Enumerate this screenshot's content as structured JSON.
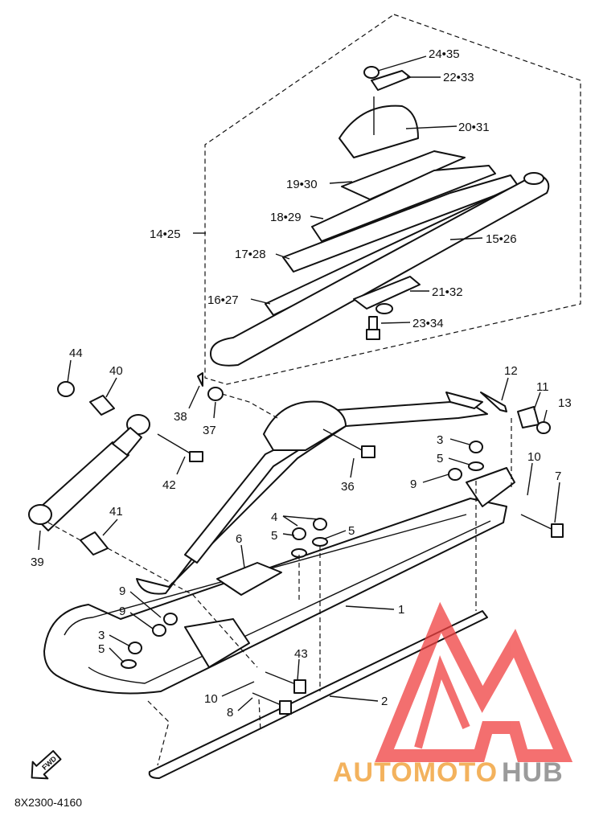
{
  "diagram": {
    "code": "8X2300-4160",
    "fwd_label": "FWD",
    "callouts": {
      "c2435": "24•35",
      "c2233": "22•33",
      "c2031": "20•31",
      "c1930": "19•30",
      "c1829": "18•29",
      "c1425": "14•25",
      "c1728": "17•28",
      "c1526": "15•26",
      "c2132": "21•32",
      "c1627": "16•27",
      "c2334": "23•34",
      "c44": "44",
      "c40": "40",
      "c38": "38",
      "c37": "37",
      "c12": "12",
      "c11": "11",
      "c13": "13",
      "c42": "42",
      "c36": "36",
      "c3a": "3",
      "c5a": "5",
      "c9a": "9",
      "c10a": "10",
      "c7": "7",
      "c41": "41",
      "c4": "4",
      "c5b": "5",
      "c5c": "5",
      "c39": "39",
      "c6": "6",
      "c1": "1",
      "c9b": "9",
      "c9c": "9",
      "c3b": "3",
      "c5d": "5",
      "c43": "43",
      "c10b": "10",
      "c8": "8",
      "c2": "2"
    }
  },
  "watermark": {
    "auto": "AUTOMOTO",
    "hub": "HUB",
    "colors": {
      "red": "#f04040",
      "orange": "#f2a541",
      "gray": "#8a8a8a"
    }
  }
}
